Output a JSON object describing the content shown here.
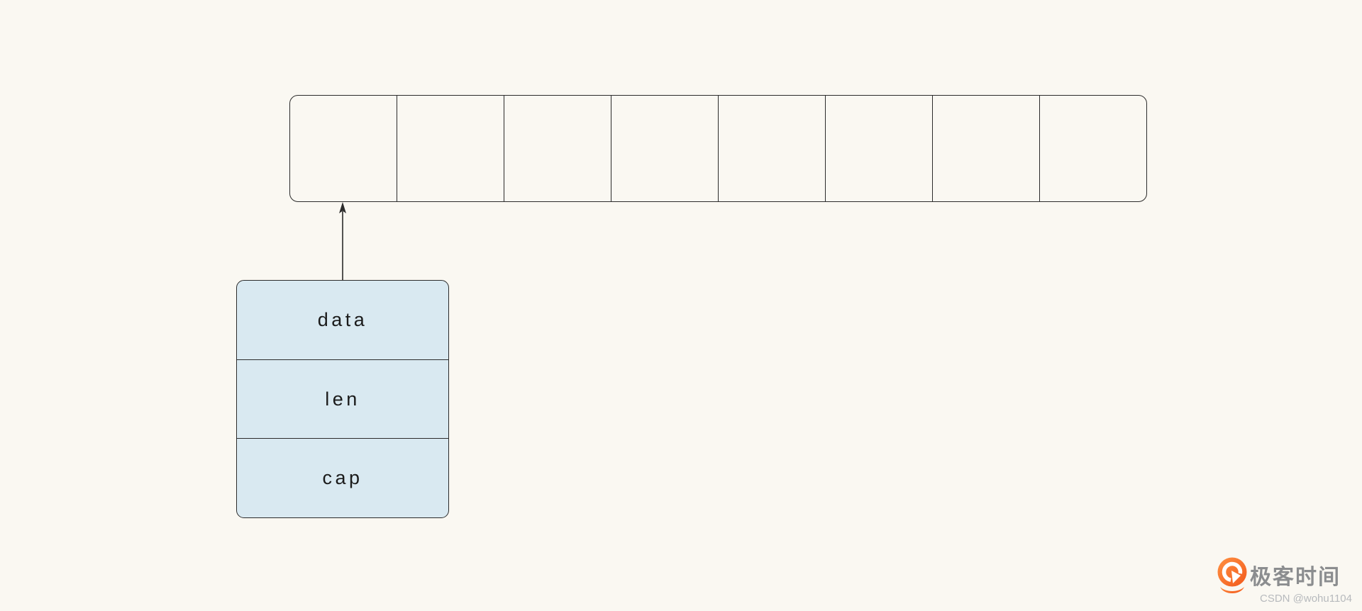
{
  "canvas": {
    "background_color": "#faf8f2",
    "line_color": "#2b2b2b",
    "text_color": "#1b1b1b"
  },
  "backing_array": {
    "cell_count": 8,
    "cells": [
      "",
      "",
      "",
      "",
      "",
      "",
      "",
      ""
    ]
  },
  "slice_struct": {
    "fill_color": "#d9e9f1",
    "fields": [
      {
        "label": "data"
      },
      {
        "label": "len"
      },
      {
        "label": "cap"
      }
    ]
  },
  "pointer": {
    "from": "data",
    "to": "array-cell-0"
  },
  "watermark": {
    "brand_name": "极客时间",
    "credit": "CSDN @wohu1104",
    "logo_gradient_start": "#ff9142",
    "logo_gradient_end": "#f2591c",
    "brand_text_color": "#8b8d8f",
    "credit_text_color": "#b7babd"
  }
}
